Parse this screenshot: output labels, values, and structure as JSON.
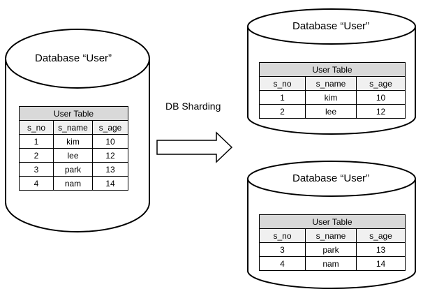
{
  "source": {
    "title": "Database “User”",
    "table": {
      "caption": "User Table",
      "columns": [
        "s_no",
        "s_name",
        "s_age"
      ],
      "rows": [
        [
          "1",
          "kim",
          "10"
        ],
        [
          "2",
          "lee",
          "12"
        ],
        [
          "3",
          "park",
          "13"
        ],
        [
          "4",
          "nam",
          "14"
        ]
      ]
    }
  },
  "arrow_label": "DB Sharding",
  "shard_top": {
    "title": "Database “User”",
    "table": {
      "caption": "User Table",
      "columns": [
        "s_no",
        "s_name",
        "s_age"
      ],
      "rows": [
        [
          "1",
          "kim",
          "10"
        ],
        [
          "2",
          "lee",
          "12"
        ]
      ]
    }
  },
  "shard_bottom": {
    "title": "Database “User”",
    "table": {
      "caption": "User Table",
      "columns": [
        "s_no",
        "s_name",
        "s_age"
      ],
      "rows": [
        [
          "3",
          "park",
          "13"
        ],
        [
          "4",
          "nam",
          "14"
        ]
      ]
    }
  }
}
